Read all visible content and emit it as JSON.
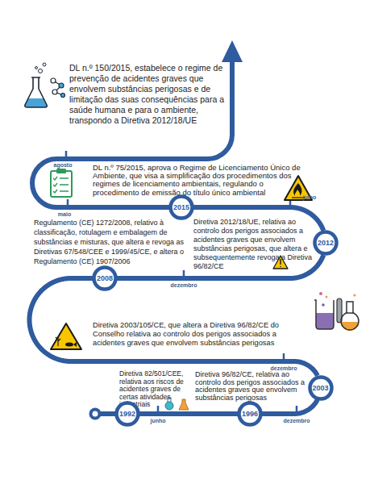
{
  "diagram": {
    "nodes": [
      {
        "text": [
          "1992"
        ]
      },
      {
        "text": [
          "1996"
        ]
      },
      {
        "text": [
          "2003"
        ]
      },
      {
        "text": [
          "2008"
        ]
      },
      {
        "text": [
          "2012"
        ]
      },
      {
        "text": [
          "2015"
        ]
      }
    ],
    "edges": [
      {
        "from": 0,
        "to": 1,
        "arrow": "none"
      },
      {
        "from": 1,
        "to": 2,
        "arrow": "none"
      },
      {
        "from": 2,
        "to": 3,
        "arrow": "none"
      },
      {
        "from": 3,
        "to": 4,
        "arrow": "none"
      },
      {
        "from": 4,
        "to": 5,
        "arrow": "none"
      }
    ],
    "labels": [
      "DL n.º 150/2015, estabelece o regime de prevenção de acidentes graves que envolvem substâncias perigosas e de limitação das suas consequências para a saúde humana e para o ambiente, transpondo a Diretiva 2012/18/UE",
      "agosto",
      "DL n.º 75/2015, aprova o Regime de Licenciamento Único de Ambiente, que visa a simplificação dos procedimentos dos regimes de licenciamento ambientais, regulando o procedimento de emissão do título único ambiental",
      "julho",
      "maio",
      "Regulamento (CE) 1272/2008, relativo à classificação, rotulagem e embalagem de substâncias e misturas, que altera e revoga as Diretivas 67/548/CEE e 1999/45/CE, e altera o Regulamento (CE) 1907/2006",
      "Diretiva 2012/18/UE, relativa ao controlo dos perigos associados a acidentes graves que envolvem substâncias perigosas, que altera e subsequentemente revoga a Diretiva 96/82/CE",
      "dezembro",
      "Diretiva 2003/105/CE, que altera a Diretiva 96/82/CE do Conselho relativa ao controlo dos perigos associados a acidentes graves que envolvem substâncias perigosas",
      "dezembro",
      "Diretiva 82/501/CEE, relativa aos riscos de acidentes graves de certas atividades industriais",
      "Diretiva 96/82/CE, relativa ao controlo dos perigos associados a acidentes graves que envolvem substâncias perigosas",
      "junho",
      "dezembro"
    ]
  }
}
